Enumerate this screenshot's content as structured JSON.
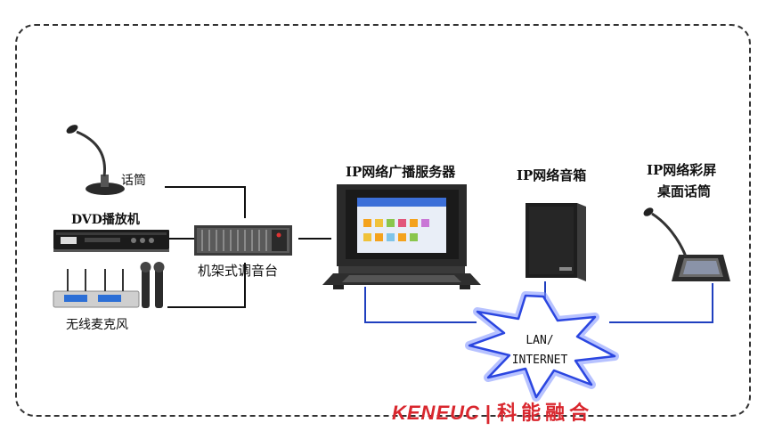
{
  "labels": {
    "mic": "话筒",
    "dvd": "DVD播放机",
    "wireless_mic": "无线麦克风",
    "mixer": "机架式调音台",
    "server": "IP网络广播服务器",
    "speaker": "IP网络音箱",
    "desk_mic_line1": "IP网络彩屏",
    "desk_mic_line2": "桌面话筒"
  },
  "network": {
    "line1": "LAN/",
    "line2": "INTERNET"
  },
  "brand": {
    "latin": "KENEUC",
    "separator": "|",
    "chinese": "科能融合"
  },
  "colors": {
    "wire": "#111111",
    "network_wire": "#1f3fbf",
    "brand": "#d9272e",
    "burst_glow": "#3355ff"
  }
}
